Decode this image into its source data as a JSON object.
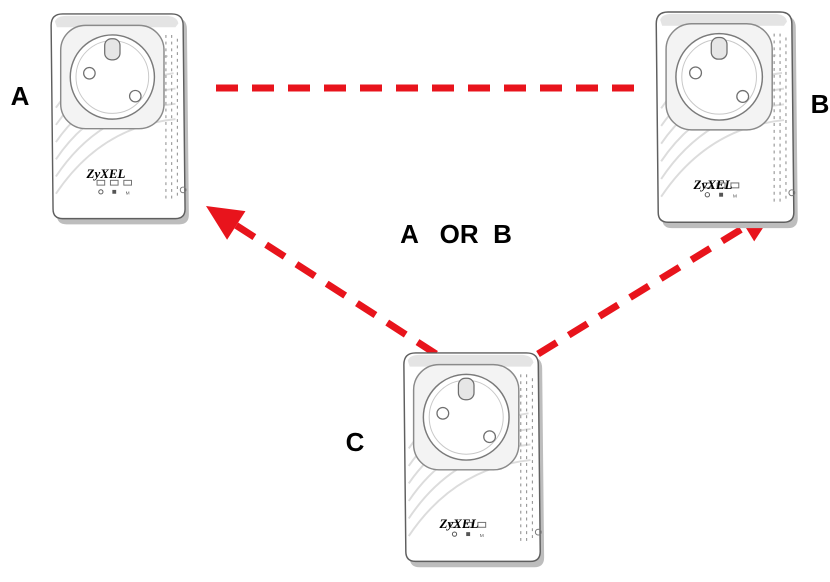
{
  "colors": {
    "link": "#e8141c",
    "device_body": "#ffffff",
    "device_edge": "#5f5f5f",
    "device_shadow": "#b9b9b9",
    "text": "#000000"
  },
  "devices": [
    {
      "id": "A",
      "label": "A",
      "brand": "ZyXEL"
    },
    {
      "id": "B",
      "label": "B",
      "brand": "ZyXEL"
    },
    {
      "id": "C",
      "label": "C",
      "brand": "ZyXEL"
    }
  ],
  "center_label": "A   OR  B",
  "links": [
    {
      "from": "A",
      "to": "B",
      "style": "dashed",
      "arrow": false
    },
    {
      "from": "C",
      "to": "A",
      "style": "dashed",
      "arrow": true
    },
    {
      "from": "C",
      "to": "B",
      "style": "dashed",
      "arrow": true
    }
  ]
}
